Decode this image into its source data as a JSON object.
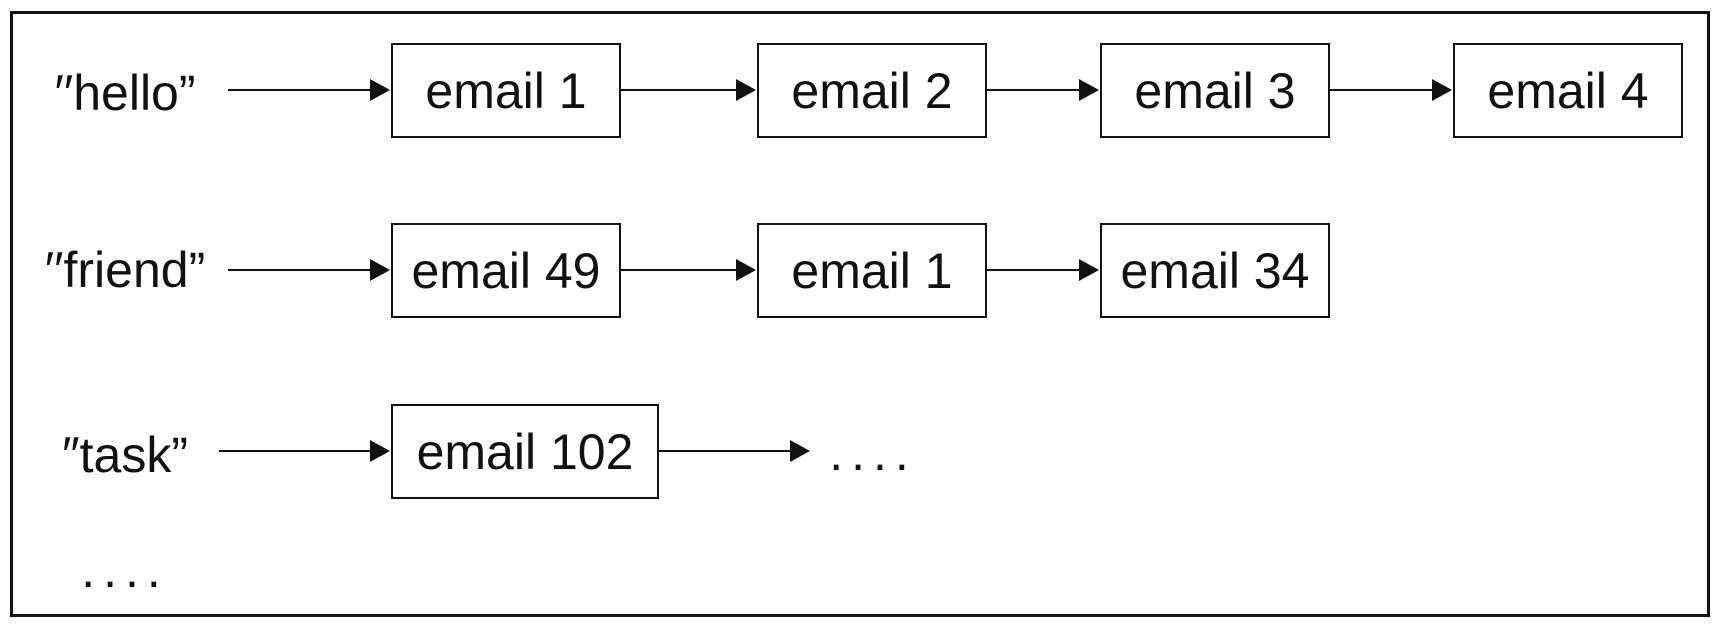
{
  "rows": [
    {
      "term": "′′hello”",
      "postings": [
        "email 1",
        "email 2",
        "email 3",
        "email 4"
      ],
      "continuation": ""
    },
    {
      "term": "′′friend”",
      "postings": [
        "email 49",
        "email 1",
        "email 34"
      ],
      "continuation": ""
    },
    {
      "term": "″task”",
      "postings": [
        "email 102"
      ],
      "continuation": "...."
    }
  ],
  "more_terms": "...."
}
